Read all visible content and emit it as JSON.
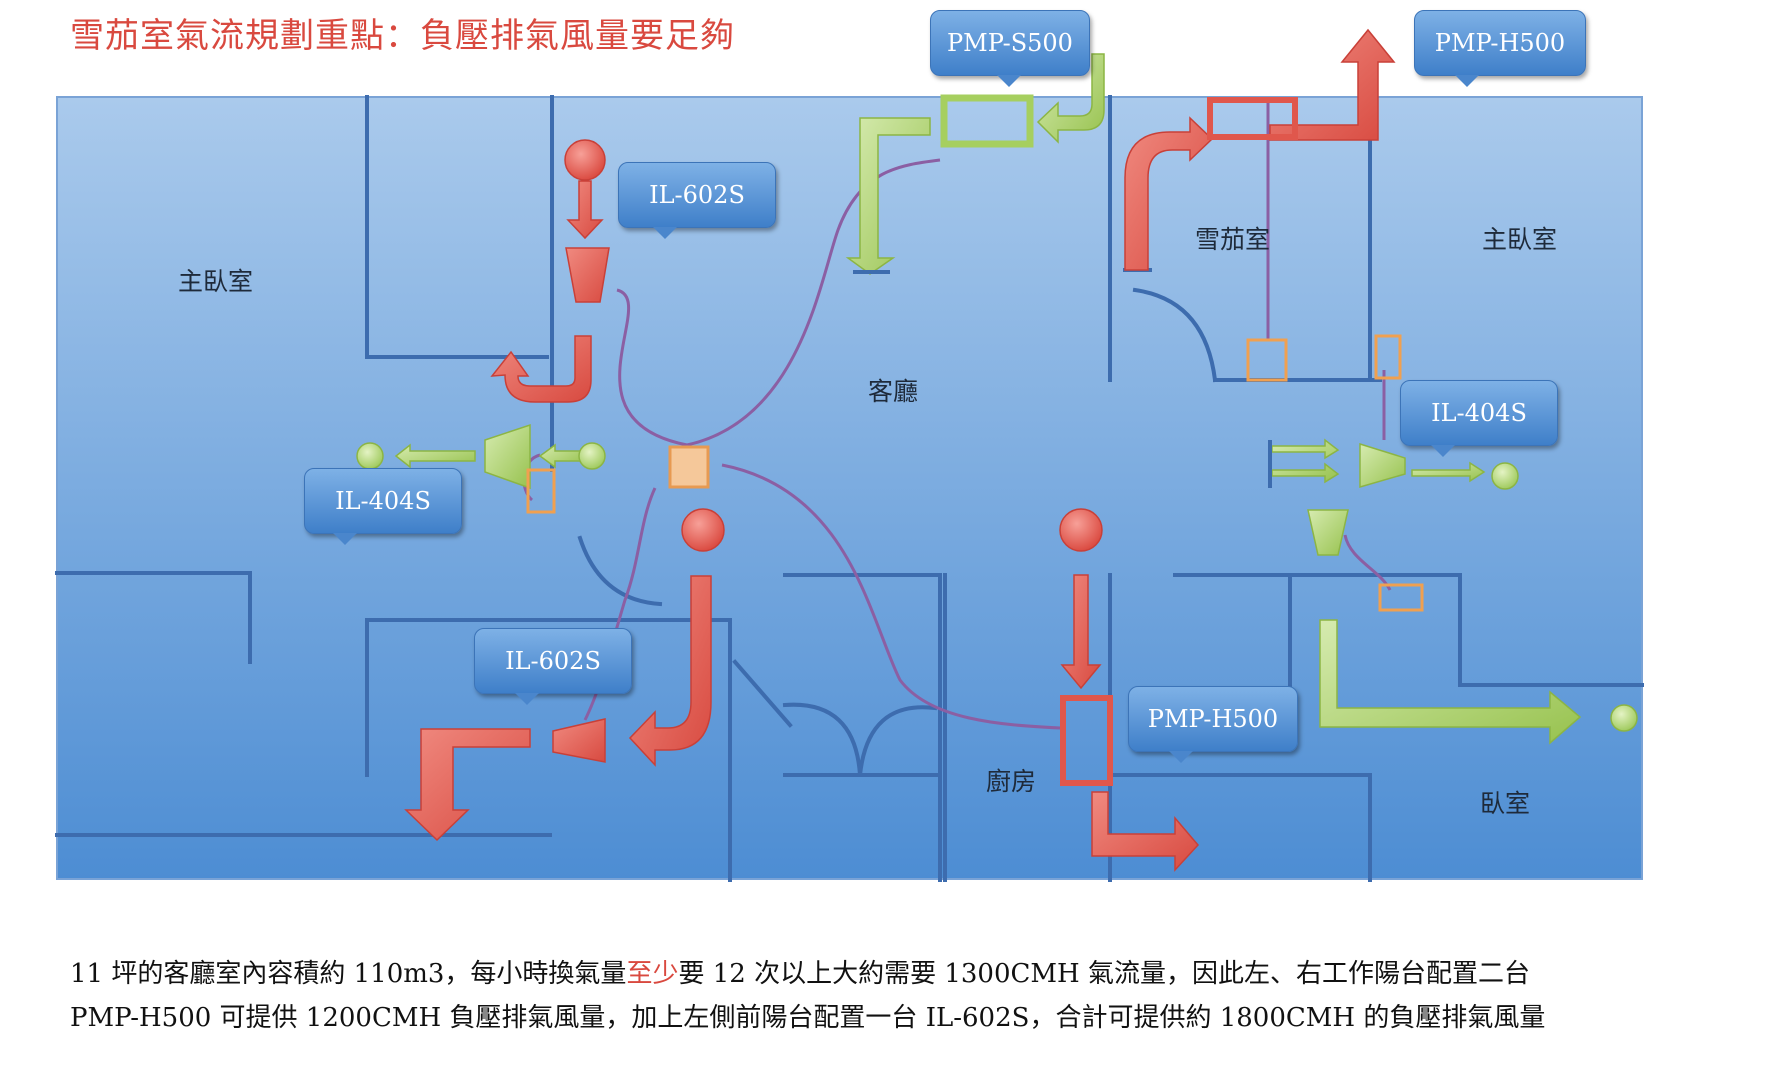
{
  "title": "雪茄室氣流規劃重點：負壓排氣風量要足夠",
  "callouts": {
    "pmp_s500_top": "PMP-S500",
    "pmp_h500_top": "PMP-H500",
    "il602s_top": "IL-602S",
    "il404s_left": "IL-404S",
    "il404s_right": "IL-404S",
    "il602s_bottom": "IL-602S",
    "pmp_h500_kitchen": "PMP-H500"
  },
  "rooms": {
    "master_left": "主臥室",
    "living": "客廳",
    "cigar": "雪茄室",
    "master_right": "主臥室",
    "kitchen": "廚房",
    "bedroom": "臥室"
  },
  "body": {
    "part1": "11 坪的客廳室內容積約 110m3，每小時換氣量",
    "highlight": "至少",
    "part2": "要 12 次以上大約需要 1300CMH 氣流量，因此左、右工作陽台配置二台 PMP-H500 可提供 1200CMH 負壓排氣風量，加上左側前陽台配置一台 IL-602S，合計可提供約 1800CMH 的負壓排氣風量"
  },
  "colors": {
    "floor_top": "#a9c7ea",
    "floor_bottom": "#4f8fd4",
    "wall": "#3f6fb0",
    "red_arrow": "#e0574c",
    "green_arrow": "#a6cf5f",
    "wire": "#8a5f9f",
    "controller": "#f5c08a"
  }
}
